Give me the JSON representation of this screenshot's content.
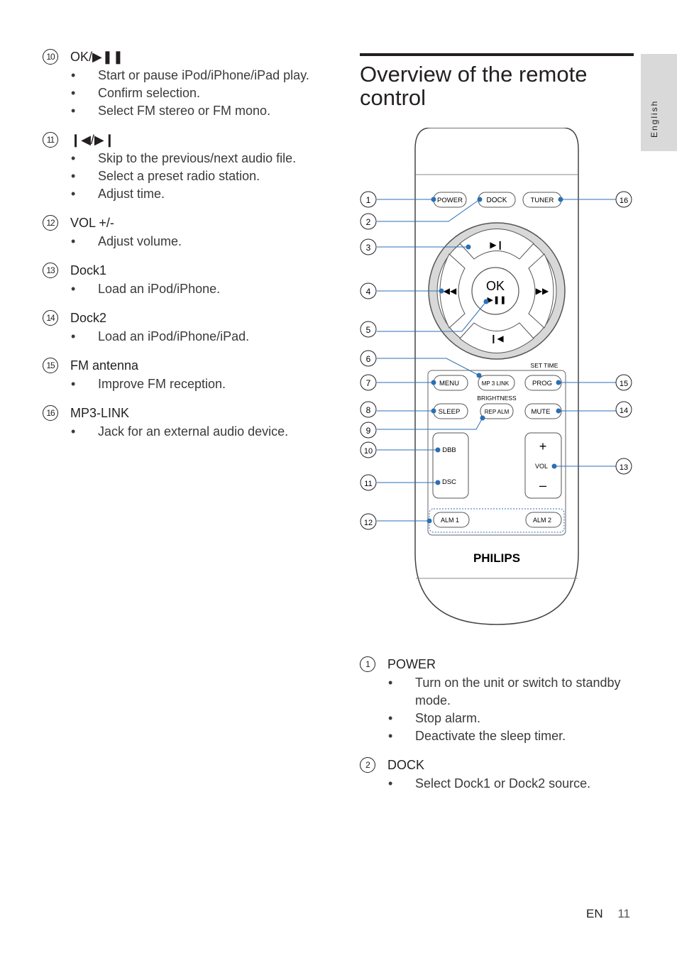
{
  "side_tab": "English",
  "left_items": [
    {
      "num": "10",
      "title": "OK/▶❚❚",
      "bullets": [
        "Start or pause iPod/iPhone/iPad play.",
        "Confirm selection.",
        "Select FM stereo or FM mono."
      ]
    },
    {
      "num": "11",
      "title": "❙◀/▶❙",
      "bullets": [
        "Skip to the previous/next audio file.",
        "Select a preset radio station.",
        "Adjust time."
      ]
    },
    {
      "num": "12",
      "title": "VOL +/-",
      "bullets": [
        "Adjust volume."
      ]
    },
    {
      "num": "13",
      "title": "Dock1",
      "bullets": [
        "Load an iPod/iPhone."
      ]
    },
    {
      "num": "14",
      "title": "Dock2",
      "bullets": [
        "Load an iPod/iPhone/iPad."
      ]
    },
    {
      "num": "15",
      "title": "FM antenna",
      "bullets": [
        "Improve FM reception."
      ]
    },
    {
      "num": "16",
      "title": "MP3-LINK",
      "bullets": [
        "Jack for an external audio device."
      ]
    }
  ],
  "heading": "Overview of the remote control",
  "remote": {
    "buttons": {
      "power": "POWER",
      "dock": "DOCK",
      "tuner": "TUNER",
      "ok": "OK",
      "set_time": "SET TIME",
      "menu": "MENU",
      "mp3link": "MP 3 LINK",
      "prog": "PROG",
      "brightness": "BRIGHTNESS",
      "sleep": "SLEEP",
      "rep_alm": "REP ALM",
      "mute": "MUTE",
      "dbb": "DBB",
      "dsc": "DSC",
      "vol_plus": "+",
      "vol": "VOL",
      "vol_minus": "–",
      "alm1": "ALM 1",
      "alm2": "ALM 2",
      "brand": "PHILIPS"
    },
    "callouts_left": [
      "1",
      "2",
      "3",
      "4",
      "5",
      "6",
      "7",
      "8",
      "9",
      "10",
      "11",
      "12"
    ],
    "callouts_right": [
      "16",
      "15",
      "14",
      "13"
    ]
  },
  "bottom_items": [
    {
      "num": "1",
      "title": "POWER",
      "bullets": [
        "Turn on the unit or switch to standby mode.",
        "Stop alarm.",
        "Deactivate the sleep timer."
      ]
    },
    {
      "num": "2",
      "title": "DOCK",
      "bullets": [
        "Select Dock1 or Dock2 source."
      ]
    }
  ],
  "footer": {
    "lang": "EN",
    "page": "11"
  }
}
